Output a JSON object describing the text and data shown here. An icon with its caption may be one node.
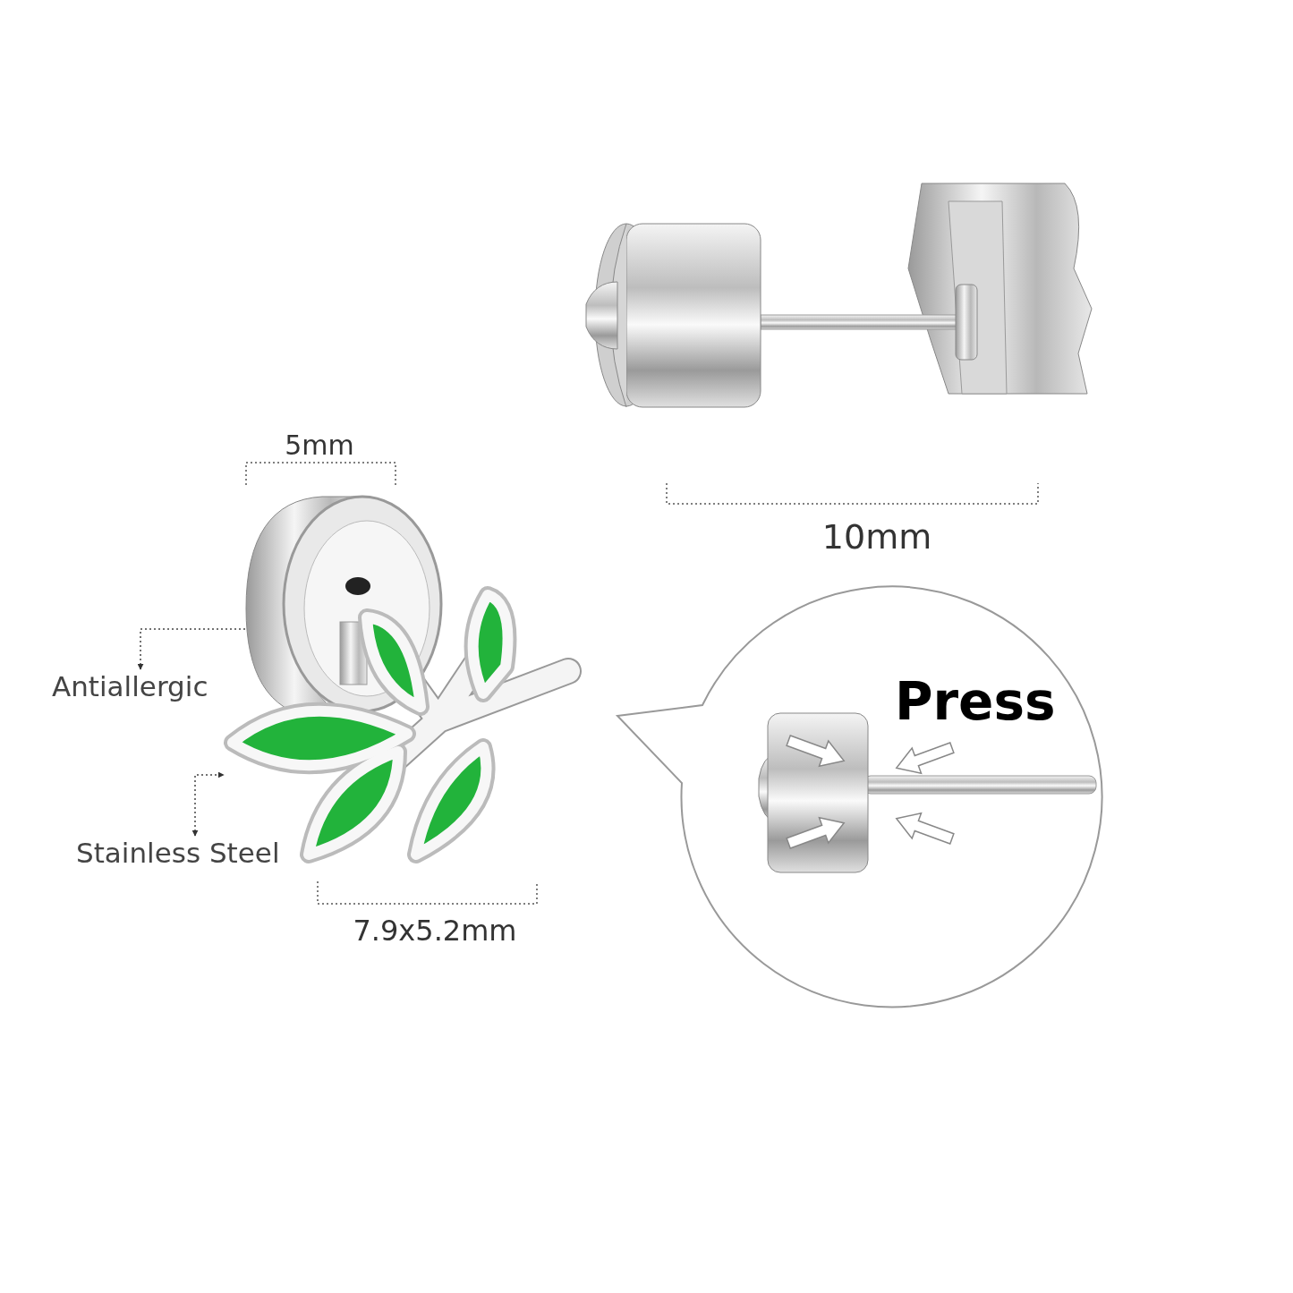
{
  "diagram": {
    "nodes": [
      {
        "text": [
          "Antiallergic"
        ]
      },
      {
        "text": [],
        "shape": "picture"
      },
      {
        "text": [
          "Stainless Steel"
        ]
      },
      {
        "text": [],
        "shape": "picture"
      },
      {
        "text": [
          "Press"
        ]
      }
    ],
    "edges": [
      {
        "from": 0,
        "to": 1,
        "arrow": "both",
        "style": "dashed"
      },
      {
        "from": 2,
        "to": 3,
        "arrow": "both",
        "style": "dashed"
      }
    ],
    "labels": [
      "5mm",
      "10mm",
      "7.9x5.2mm"
    ]
  }
}
